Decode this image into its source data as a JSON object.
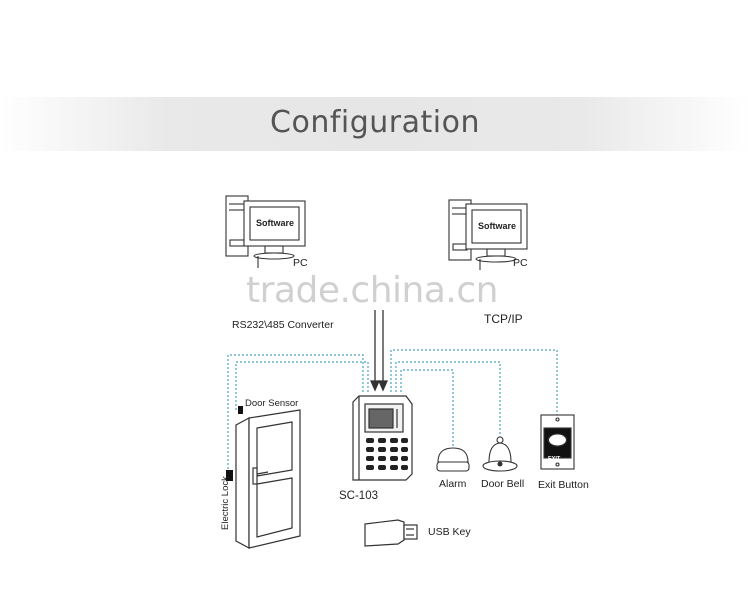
{
  "title": "Configuration",
  "watermark": "trade.china.cn",
  "nodes": {
    "pc_left": {
      "screen_text": "Software",
      "label": "PC",
      "link_label": "RS232\\485 Converter"
    },
    "pc_right": {
      "screen_text": "Software",
      "label": "PC",
      "link_label": "TCP/IP"
    },
    "door_sensor": "Door Sensor",
    "electric_lock": "Electric Lock",
    "controller": "SC-103",
    "alarm": "Alarm",
    "door_bell": "Door Bell",
    "exit_button": "Exit Button",
    "exit_text": "EXIT",
    "usb_key": "USB Key"
  },
  "colors": {
    "connection": "#4aa3c0",
    "outline": "#333333",
    "title": "#555555"
  }
}
